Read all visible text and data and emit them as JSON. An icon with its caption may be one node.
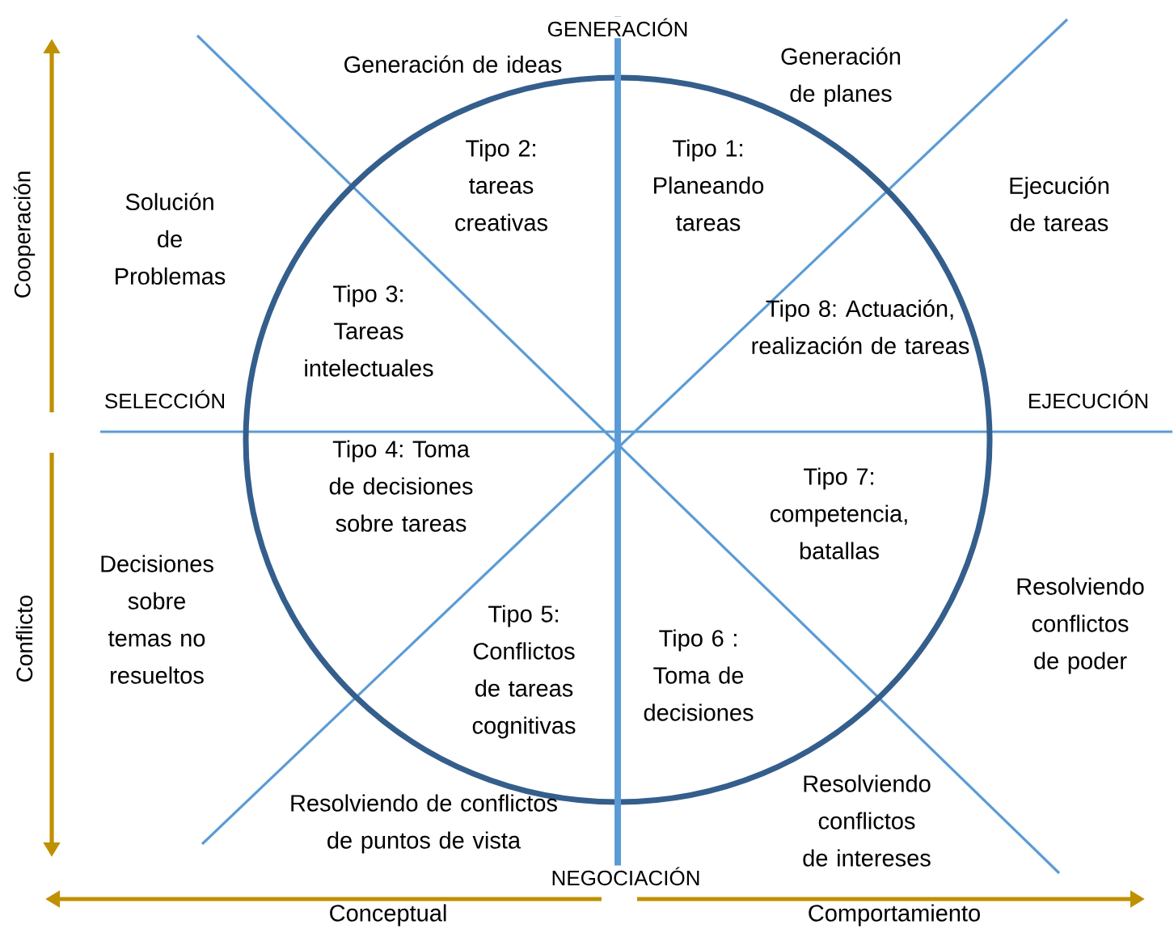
{
  "diagram": {
    "labels": [
      "GENERACIÓN",
      "Generación de ideas",
      "Generación de planes",
      "Tipo 2: tareas creativas",
      "Tipo 1: Planeando tareas",
      "Ejecución de tareas",
      "Cooperación",
      "Solución de Problemas",
      "Tipo 3: Tareas intelectuales",
      "Tipo 8: Actuación, realización de tareas",
      "SELECCIÓN",
      "EJECUCIÓN",
      "Tipo 4: Toma de decisiones sobre tareas",
      "Tipo 7: competencia, batallas",
      "Conflicto",
      "Decisiones sobre temas no resueltos",
      "Tipo 5: Conflictos de tareas cognitivas",
      "Tipo 6 : Toma de decisiones",
      "Resolviendo conflictos de poder",
      "Resolviendo de conflictos de puntos de vista",
      "Resolviendo conflictos de intereses",
      "NEGOCIACIÓN",
      "Conceptual",
      "Comportamiento"
    ]
  }
}
